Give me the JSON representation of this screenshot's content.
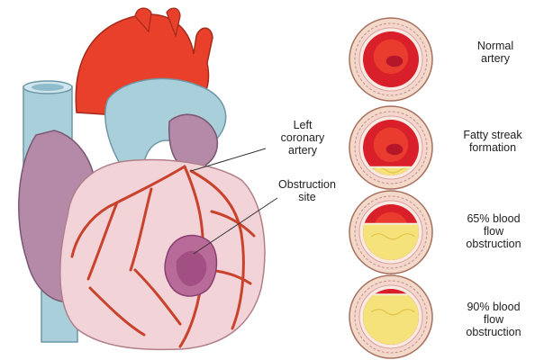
{
  "heart": {
    "left_coronary_label": "Left\ncoronary\nartery",
    "obstruction_label": "Obstruction\nsite"
  },
  "stages": [
    {
      "label": "Normal\nartery",
      "plaque_fraction": 0
    },
    {
      "label": "Fatty streak\nformation",
      "plaque_fraction": 0.15
    },
    {
      "label": "65% blood\nflow\nobstruction",
      "plaque_fraction": 0.65
    },
    {
      "label": "90% blood\nflow\nobstruction",
      "plaque_fraction": 0.9
    }
  ],
  "colors": {
    "aorta": "#e8402b",
    "vessel_blue": "#a9cfdb",
    "vein_purple": "#b48aa8",
    "heart_pink": "#f2d3d8",
    "artery_red": "#c9432c",
    "lumen_red": "#d9202a",
    "plaque_yellow": "#f6e27a",
    "wall_pink": "#f4d6cf"
  }
}
